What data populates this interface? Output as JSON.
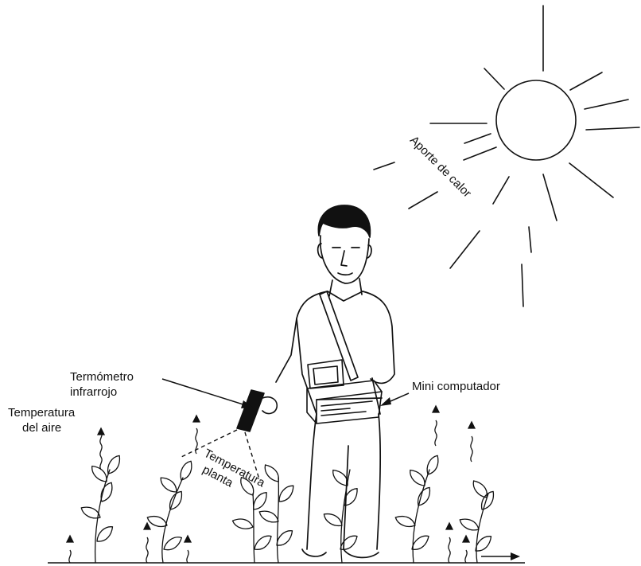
{
  "labels": {
    "heat_input": "Aporte de calor",
    "ir_thermometer_line1": "Termómetro",
    "ir_thermometer_line2": "infrarrojo",
    "mini_computer": "Mini computador",
    "air_temp_line1": "Temperatura",
    "air_temp_line2": "del aire",
    "plant_temp_line1": "Temperatura",
    "plant_temp_line2": "planta"
  },
  "colors": {
    "ink": "#111111",
    "background": "#ffffff"
  },
  "icons": [
    "sun-icon",
    "person-figure",
    "infrared-thermometer-icon",
    "mini-computer-icon",
    "plant-icon",
    "heat-wave-icon",
    "arrow-icon"
  ]
}
